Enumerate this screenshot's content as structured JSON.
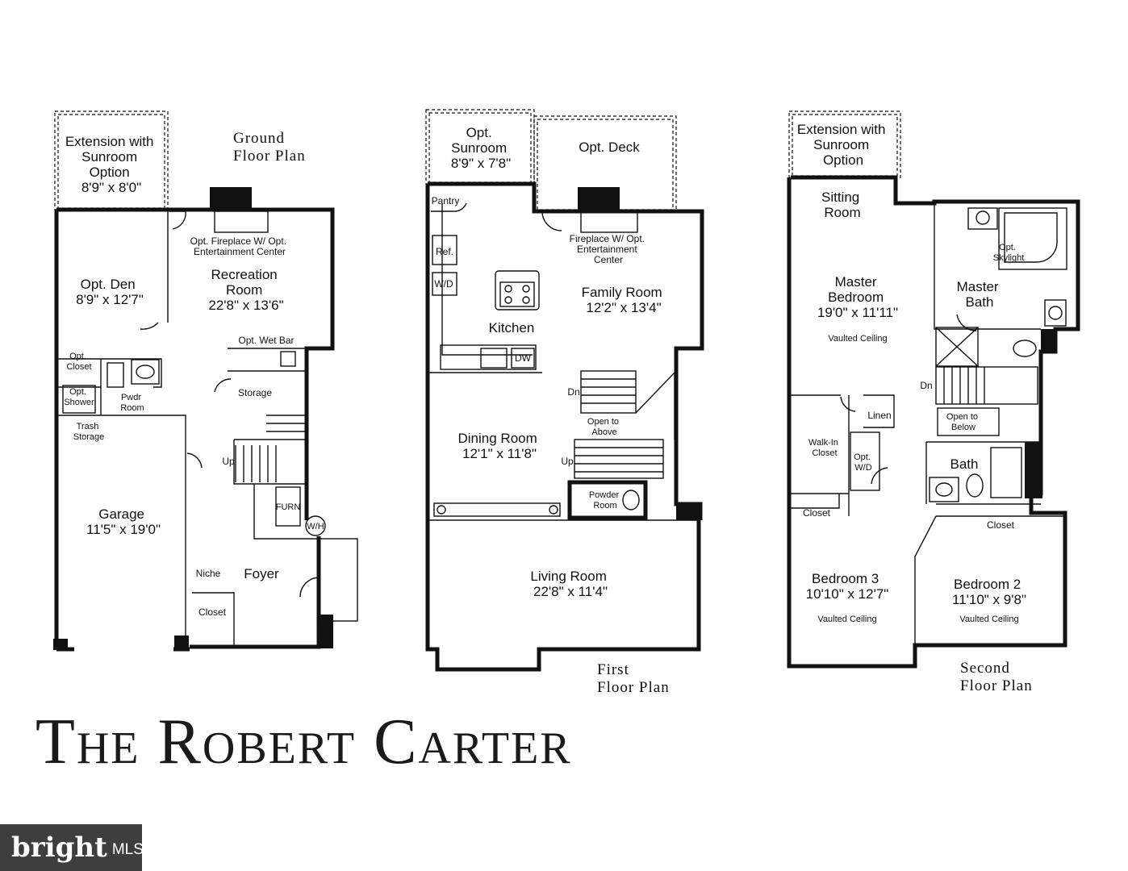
{
  "title": "The Robert Carter",
  "watermark": {
    "brand": "bright",
    "suffix": "MLS"
  },
  "ground": {
    "caption_line1": "Ground",
    "caption_line2": "Floor Plan",
    "extension": [
      "Extension with",
      "Sunroom",
      "Option",
      "8'9\" x 8'0\""
    ],
    "fireplace": [
      "Opt. Fireplace W/ Opt.",
      "Entertainment Center"
    ],
    "recreation": [
      "Recreation",
      "Room",
      "22'8\" x 13'6\""
    ],
    "den": [
      "Opt. Den",
      "8'9\" x 12'7\""
    ],
    "wetbar": "Opt. Wet Bar",
    "opt_closet": [
      "Opt.",
      "Closet"
    ],
    "opt_shower": [
      "Opt.",
      "Shower"
    ],
    "pwdr": [
      "Pwdr",
      "Room"
    ],
    "trash": [
      "Trash",
      "Storage"
    ],
    "storage": "Storage",
    "up": "Up",
    "garage": [
      "Garage",
      "11'5\" x 19'0\""
    ],
    "furn": "FURN",
    "wh": "W/H",
    "niche": "Niche",
    "foyer": "Foyer",
    "closet": "Closet"
  },
  "first": {
    "caption_line1": "First",
    "caption_line2": "Floor Plan",
    "sunroom": [
      "Opt.",
      "Sunroom",
      "8'9\" x 7'8\""
    ],
    "deck": "Opt. Deck",
    "pantry": "Pantry",
    "ref": "Ref.",
    "wd": "W/D",
    "fireplace": [
      "Fireplace W/ Opt.",
      "Entertainment",
      "Center"
    ],
    "family": [
      "Family Room",
      "12'2\" x 13'4\""
    ],
    "kitchen": "Kitchen",
    "dw": "DW",
    "dn": "Dn",
    "open_above": [
      "Open to",
      "Above"
    ],
    "dining": [
      "Dining Room",
      "12'1\" x 11'8\""
    ],
    "up": "Up",
    "powder": [
      "Powder",
      "Room"
    ],
    "living": [
      "Living Room",
      "22'8\" x 11'4\""
    ]
  },
  "second": {
    "caption_line1": "Second",
    "caption_line2": "Floor Plan",
    "extension": [
      "Extension with",
      "Sunroom",
      "Option"
    ],
    "sitting": [
      "Sitting",
      "Room"
    ],
    "master_bed": [
      "Master",
      "Bedroom",
      "19'0\" x 11'11\""
    ],
    "vaulted": "Vaulted Ceiling",
    "master_bath": [
      "Master",
      "Bath"
    ],
    "skylight": [
      "Opt.",
      "Skylight"
    ],
    "dn": "Dn",
    "linen": "Linen",
    "open_below": [
      "Open to",
      "Below"
    ],
    "walkin": [
      "Walk-In",
      "Closet"
    ],
    "optwd": [
      "Opt.",
      "W/D"
    ],
    "bath": "Bath",
    "closet": "Closet",
    "bed3": [
      "Bedroom 3",
      "10'10\" x 12'7\""
    ],
    "bed2": [
      "Bedroom 2",
      "11'10\" x 9'8\""
    ]
  }
}
